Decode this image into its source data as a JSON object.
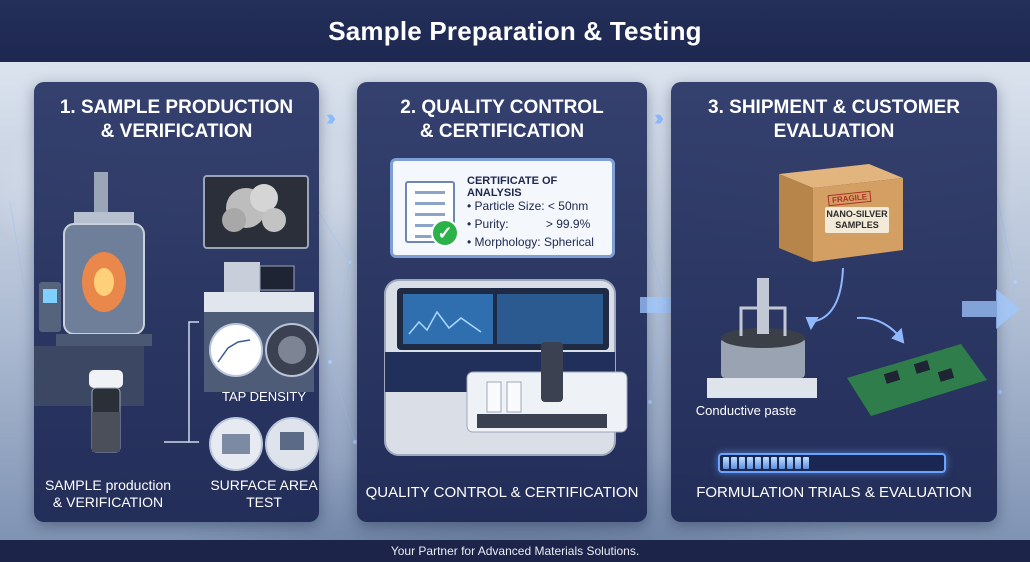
{
  "title": "Sample Preparation & Testing",
  "footer": "Your Partner for Advanced Materials Solutions.",
  "panels": [
    {
      "title_line1": "1. SAMPLE PRODUCTION",
      "title_line2": "& VERIFICATION",
      "captions": {
        "tap_density": "TAP DENSITY",
        "sample_line1": "SAMPLE production",
        "sample_line2": "& VERIFICATION",
        "surface_line1": "SURFACE AREA",
        "surface_line2": "TEST"
      }
    },
    {
      "title_line1": "2. QUALITY CONTROL",
      "title_line2": "& CERTIFICATION",
      "certificate": {
        "heading": "CERTIFICATE OF ANALYSIS",
        "rows": [
          {
            "label": "Particle Size:",
            "value": "< 50nm"
          },
          {
            "label": "Purity:",
            "value": "> 99.9%"
          },
          {
            "label": "Morphology:",
            "value": "Spherical"
          }
        ]
      },
      "caption": "QUALITY CONTROL & CERTIFICATION"
    },
    {
      "title_line1": "3. SHIPMENT & CUSTOMER",
      "title_line2": "EVALUATION",
      "box_stamp": "FRAGILE",
      "box_label_line1": "NANO-SILVER",
      "box_label_line2": "SAMPLES",
      "paste_caption": "Conductive paste",
      "progress": 0.42,
      "caption": "FORMULATION TRIALS & EVALUATION"
    }
  ],
  "colors": {
    "header": "#1d2750",
    "panel": "#28346a",
    "accent": "#6aa3ff",
    "check": "#2bb34a"
  }
}
